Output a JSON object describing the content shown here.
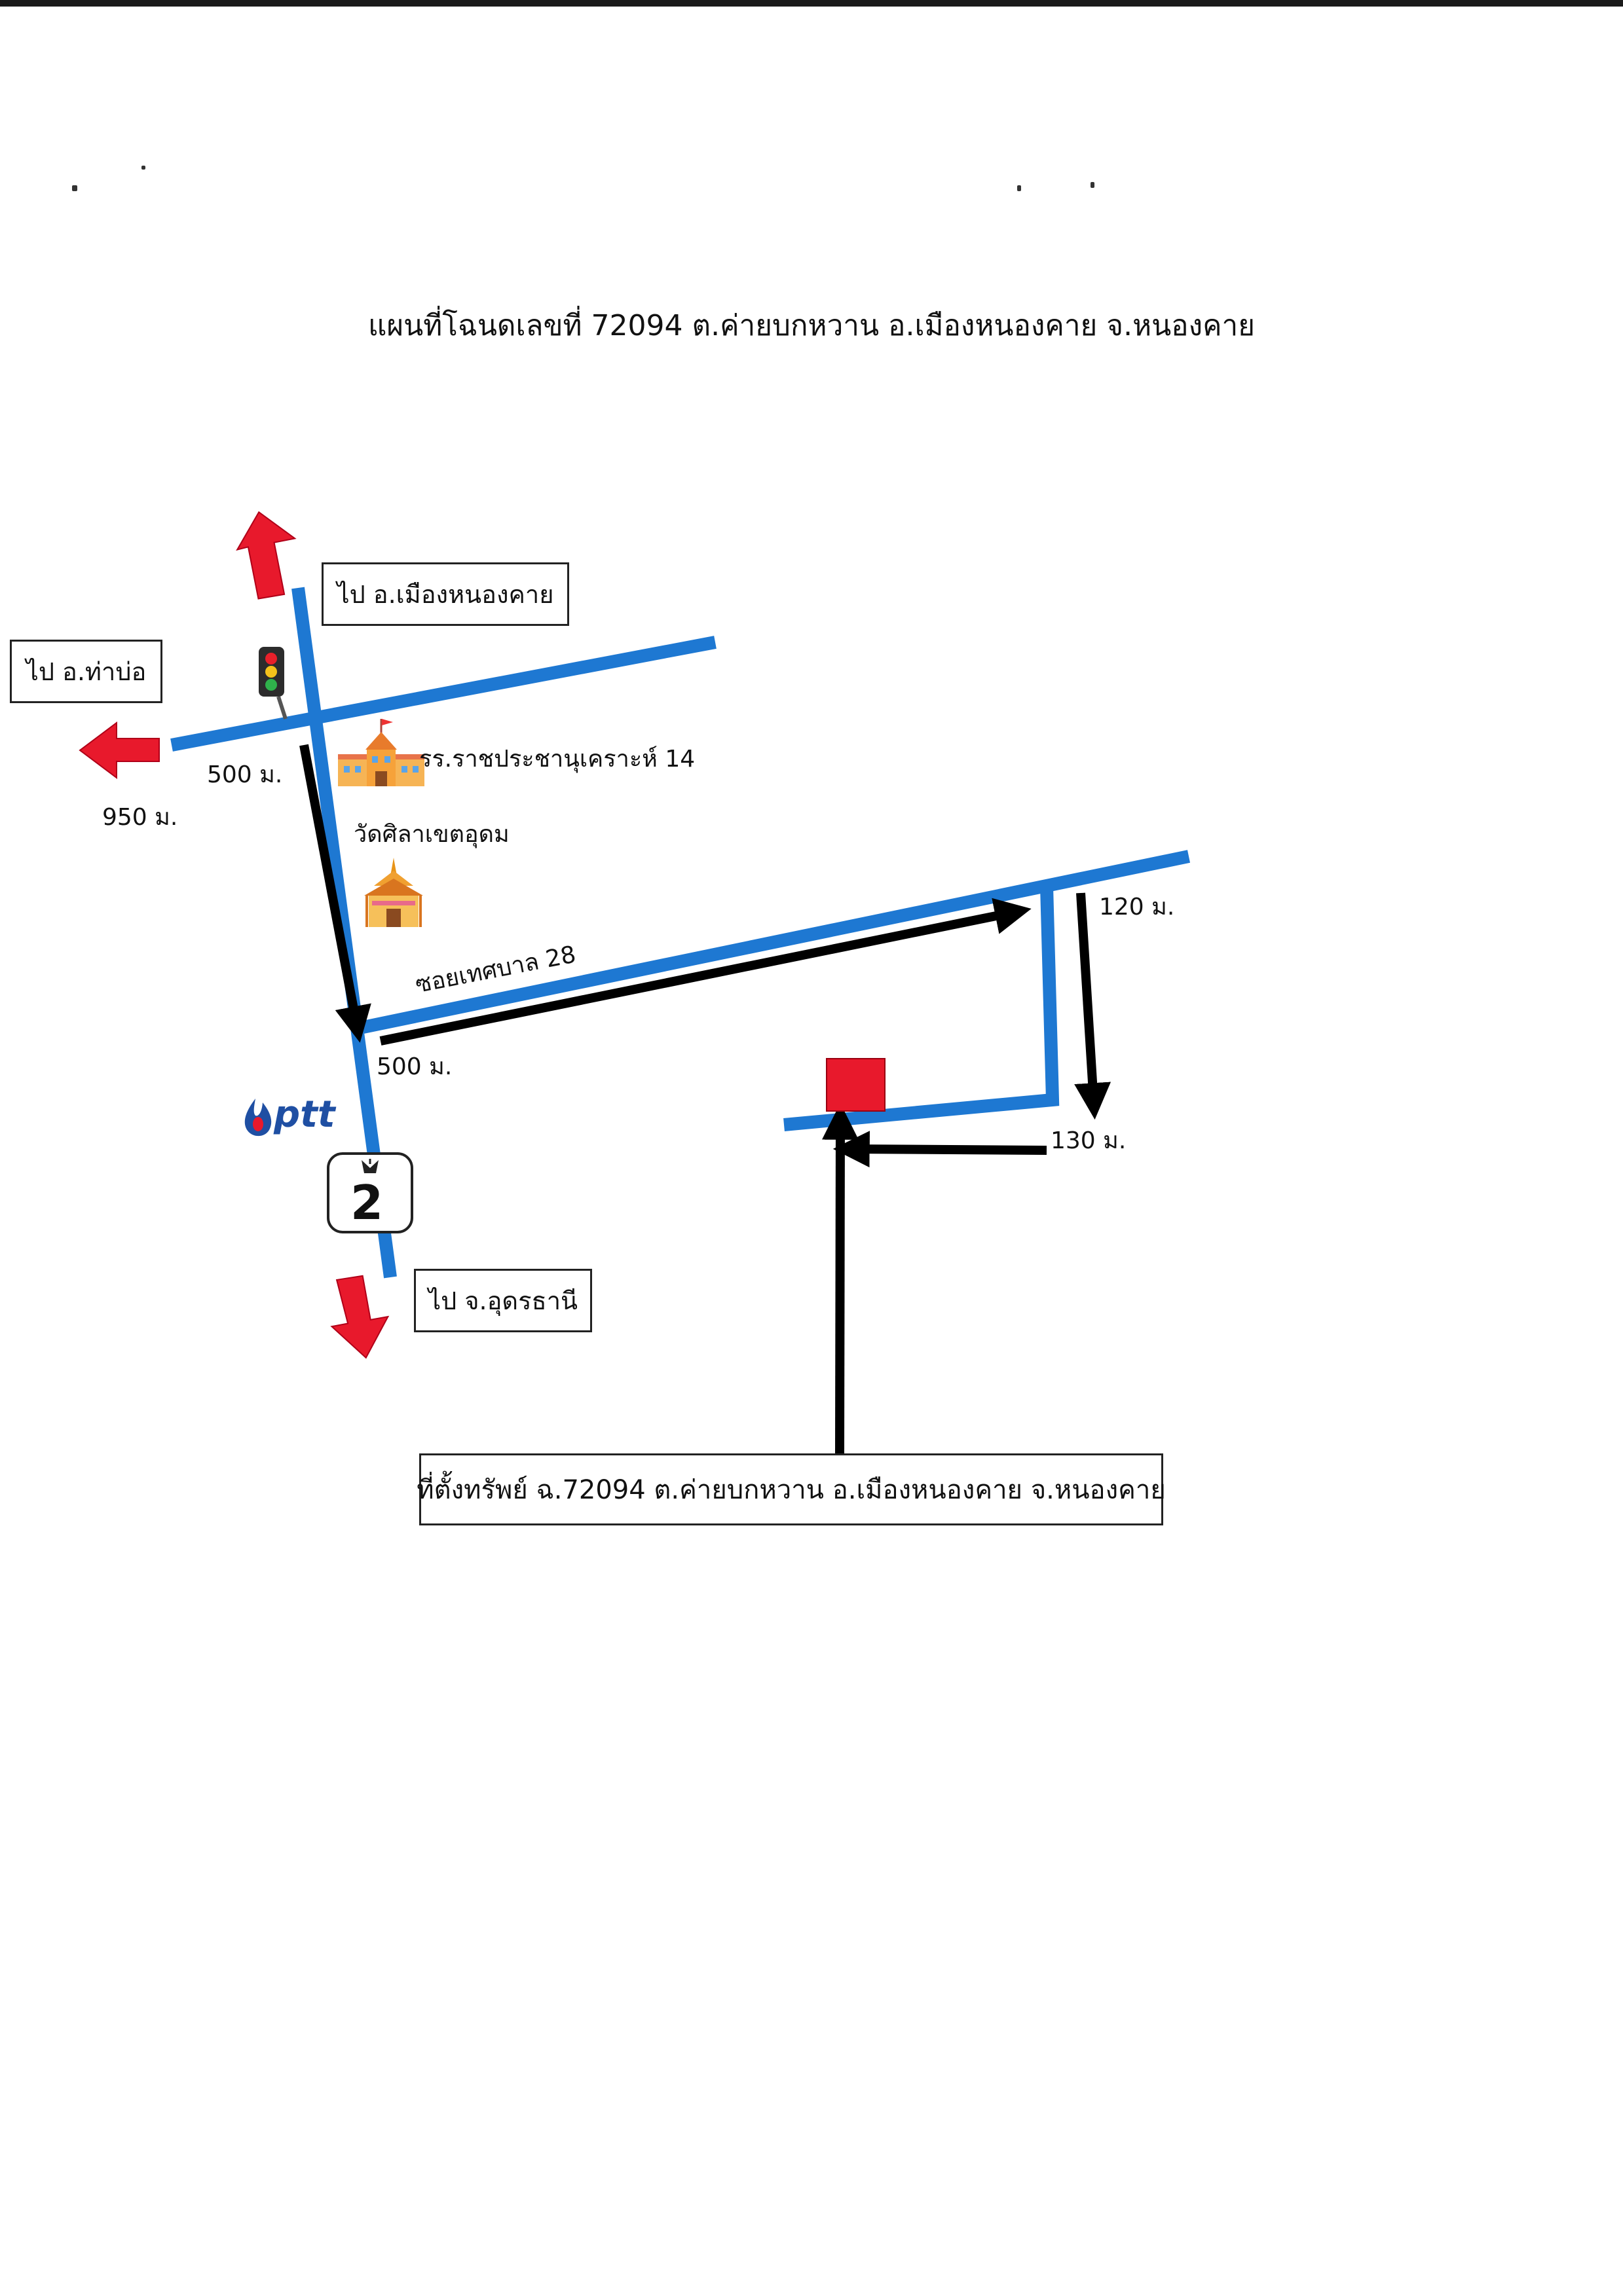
{
  "title": "แผนที่โฉนดเลขที่ 72094 ต.ค่ายบกหวาน อ.เมืองหนองคาย จ.หนองคาย",
  "labels": {
    "to_mueang": "ไป อ.เมืองหนองคาย",
    "to_tha_bo": "ไป อ.ท่าบ่อ",
    "to_udon": "ไป จ.อุดรธานี",
    "school": "รร.ราชประชานุเคราะห์ 14",
    "temple": "วัดศิลาเขตอุดม",
    "soi": "ซอยเทศบาล 28",
    "dist_500_a": "500 ม.",
    "dist_950": "950 ม.",
    "dist_500_b": "500 ม.",
    "dist_120": "120 ม.",
    "dist_130": "130 ม.",
    "ptt": "ptt",
    "highway_number": "2",
    "property": "ที่ตั้งทรัพย์ ฉ.72094 ต.ค่ายบกหวาน อ.เมืองหนองคาย จ.หนองคาย"
  },
  "colors": {
    "road": "#1e78d2",
    "route_arrow": "#000000",
    "direction_arrow": "#e8192c",
    "property_marker": "#e8192c",
    "ptt_blue": "#1f4fa3",
    "school_fill": "#f6a23a",
    "temple_fill": "#f0a030"
  },
  "icons": [
    "traffic-light-icon",
    "school-icon",
    "temple-icon",
    "ptt-logo-icon",
    "highway-2-shield-icon",
    "property-marker"
  ]
}
